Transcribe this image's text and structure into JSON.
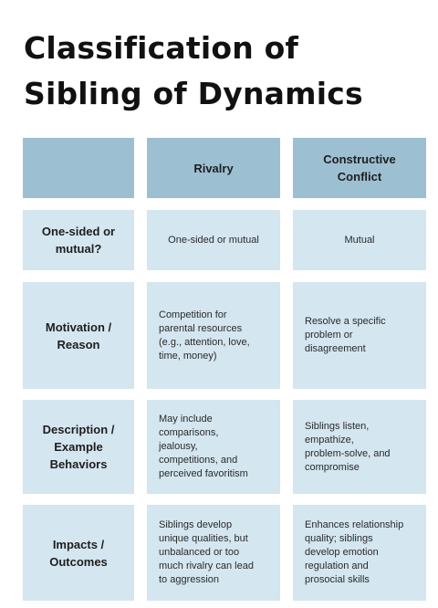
{
  "title": {
    "line1": "Classification of",
    "line2": "Sibling of Dynamics"
  },
  "table": {
    "headers": [
      "",
      "Rivalry",
      "Constructive\nConflict"
    ],
    "rows": [
      {
        "label": "One-sided or\nmutual?",
        "rivalry": "One-sided or mutual",
        "constructive": "Mutual"
      },
      {
        "label": "Motivation /\nReason",
        "rivalry": "Competition for\nparental resources\n(e.g., attention, love,\ntime, money)",
        "constructive": "Resolve a specific\nproblem or\ndisagreement"
      },
      {
        "label": "Description /\nExample\nBehaviors",
        "rivalry": "May include\ncomparisons,\njealousy,\ncompetitions, and\nperceived favoritism",
        "constructive": "Siblings listen,\nempathize,\nproblem-solve, and\ncompromise"
      },
      {
        "label": "Impacts /\nOutcomes",
        "rivalry": "Siblings develop\nunique qualities, but\nunbalanced or too\nmuch rivalry can lead\nto aggression",
        "constructive": "Enhances relationship\nquality; siblings\ndevelop emotion\nregulation and\nprosocial skills"
      }
    ]
  },
  "colors": {
    "header_bg": "#9dbfd2",
    "cell_bg": "#d4e6f0",
    "title_text": "#111111"
  }
}
